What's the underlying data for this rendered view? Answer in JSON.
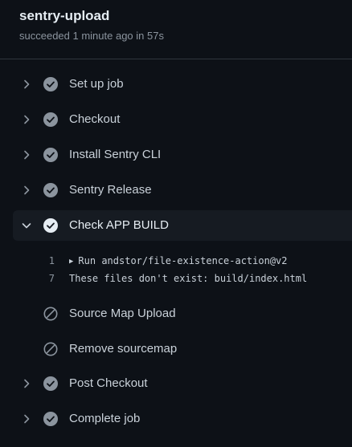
{
  "job": {
    "title": "sentry-upload",
    "subtitle": "succeeded 1 minute ago in 57s"
  },
  "steps": [
    {
      "label": "Set up job",
      "status": "success",
      "expanded": false
    },
    {
      "label": "Checkout",
      "status": "success",
      "expanded": false
    },
    {
      "label": "Install Sentry CLI",
      "status": "success",
      "expanded": false
    },
    {
      "label": "Sentry Release",
      "status": "success",
      "expanded": false
    },
    {
      "label": "Check APP BUILD",
      "status": "success",
      "expanded": true
    },
    {
      "label": "Source Map Upload",
      "status": "skipped",
      "expanded": false
    },
    {
      "label": "Remove sourcemap",
      "status": "skipped",
      "expanded": false
    },
    {
      "label": "Post Checkout",
      "status": "success",
      "expanded": false
    },
    {
      "label": "Complete job",
      "status": "success",
      "expanded": false
    }
  ],
  "log": [
    {
      "line": "1",
      "text": "Run andstor/file-existence-action@v2",
      "collapsible": true
    },
    {
      "line": "7",
      "text": "These files don't exist: build/index.html",
      "collapsible": false
    }
  ],
  "colors": {
    "background": "#0d1117",
    "active_row": "#161b22",
    "success_icon": "#8b949e",
    "skipped_icon": "#8b949e",
    "text": "#c9d1d9"
  }
}
